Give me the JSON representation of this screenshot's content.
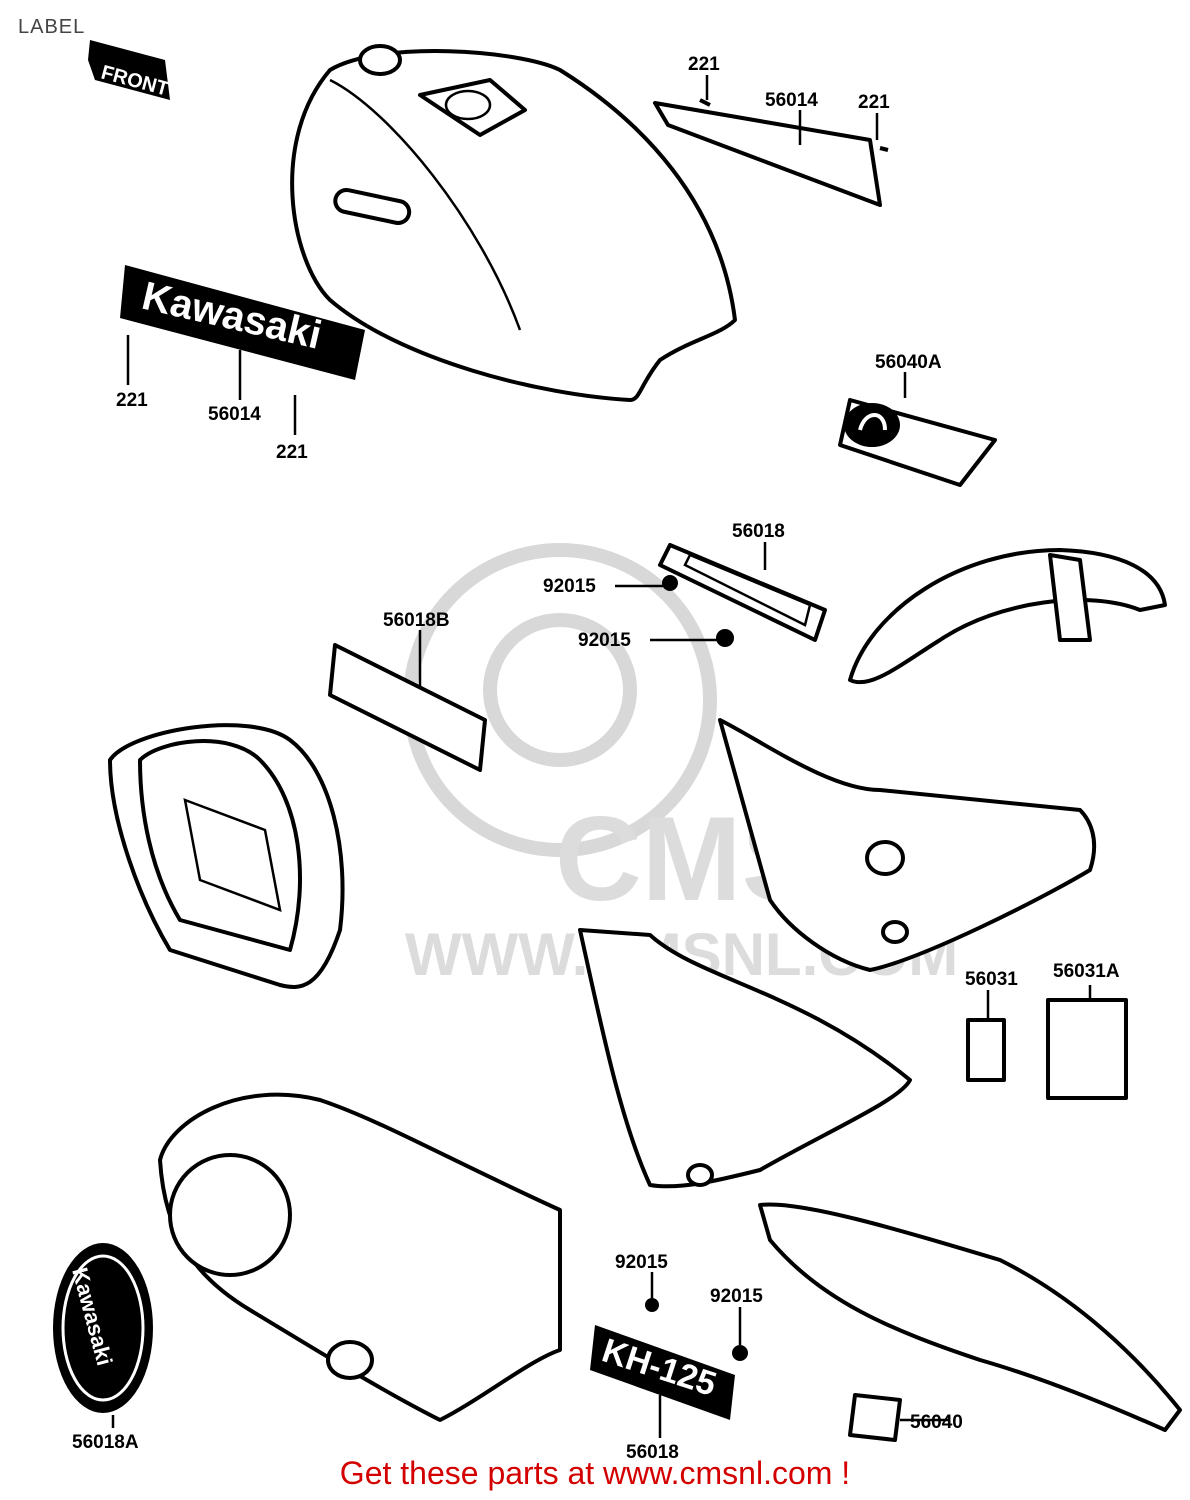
{
  "page_title": "LABEL",
  "footer": "Get these parts at www.cmsnl.com !",
  "watermark": {
    "brand": "CMS",
    "url": "WWW.CMSNL.COM"
  },
  "decals": {
    "front": "FRONT",
    "kawasaki_tank": "Kawasaki",
    "kawasaki_emblem": "Kawasaki",
    "model_plate": "KH-125"
  },
  "callouts": [
    "221",
    "56014",
    "221",
    "221",
    "56014",
    "221",
    "56040A",
    "56018",
    "92015",
    "92015",
    "56018B",
    "56031",
    "56031A",
    "92015",
    "92015",
    "56018A",
    "56018",
    "56040"
  ],
  "colors": {
    "footer_text": "#d40000",
    "line": "#000000",
    "watermark": "#d8d8d8"
  }
}
